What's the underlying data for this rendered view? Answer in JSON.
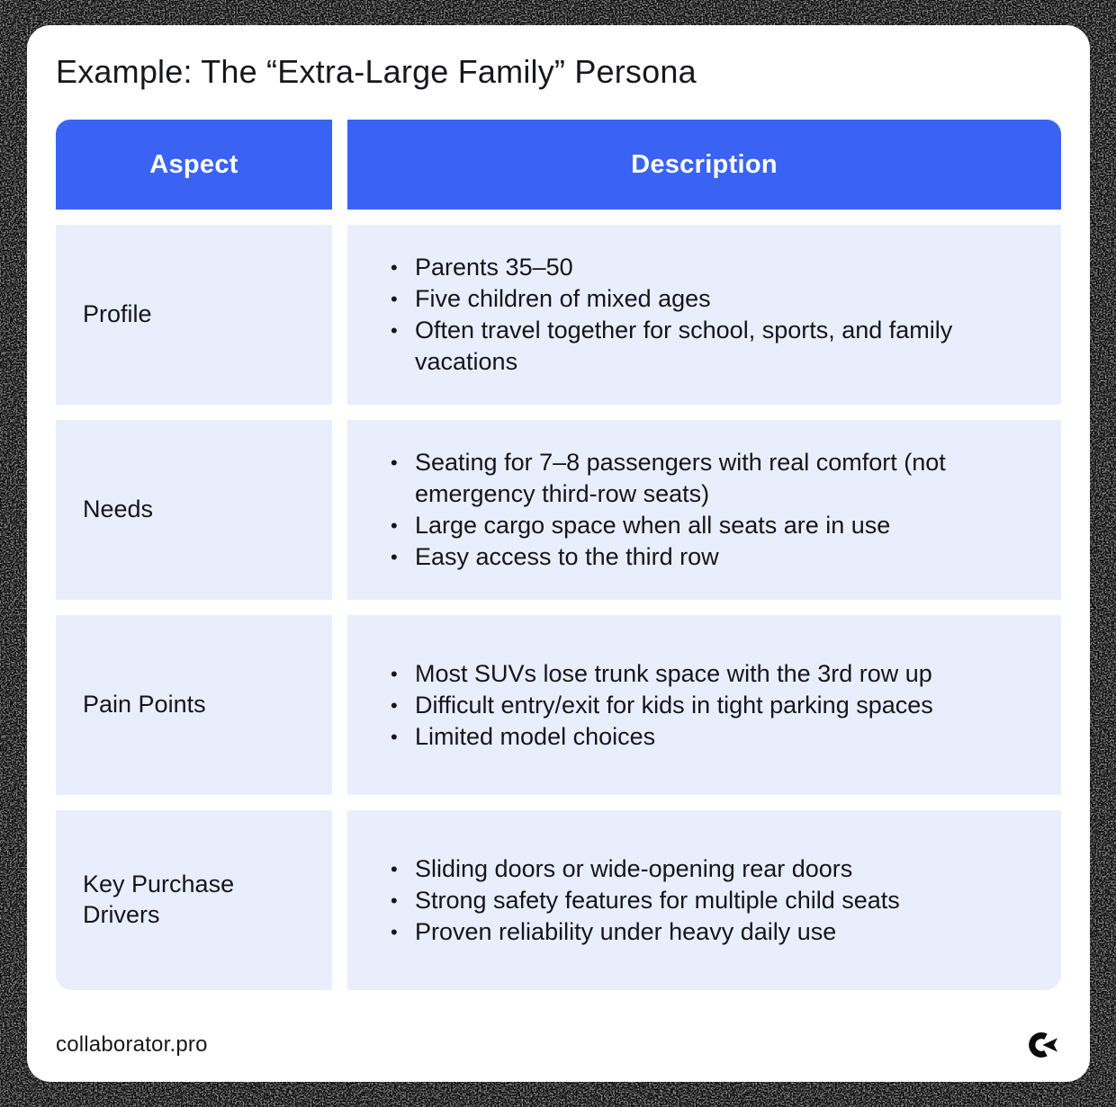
{
  "title": "Example: The “Extra-Large Family” Persona",
  "table": {
    "headers": [
      "Aspect",
      "Description"
    ],
    "rows": [
      {
        "aspect": "Profile",
        "items": [
          "Parents 35–50",
          "Five children of mixed ages",
          "Often travel together for school, sports, and family vacations"
        ]
      },
      {
        "aspect": "Needs",
        "items": [
          "Seating for 7–8 passengers with real comfort (not emergency third-row seats)",
          "Large cargo space when all seats are in use",
          "Easy access to the third row"
        ]
      },
      {
        "aspect": "Pain Points",
        "items": [
          "Most SUVs lose trunk space with the 3rd row up",
          "Difficult entry/exit for kids in tight parking spaces",
          "Limited model choices"
        ]
      },
      {
        "aspect": "Key Purchase Drivers",
        "items": [
          "Sliding doors or wide-opening rear doors",
          "Strong safety features for multiple child seats",
          "Proven reliability under heavy daily use"
        ]
      }
    ]
  },
  "footer": {
    "brand": "collaborator.pro",
    "logo_icon": "collaborator-logo-icon"
  },
  "colors": {
    "header_bg": "#3a63f4",
    "cell_bg": "#e9eefc",
    "card_bg": "#ffffff",
    "border_bg": "#0a0a0a",
    "text": "#15161a",
    "header_text": "#ffffff"
  }
}
